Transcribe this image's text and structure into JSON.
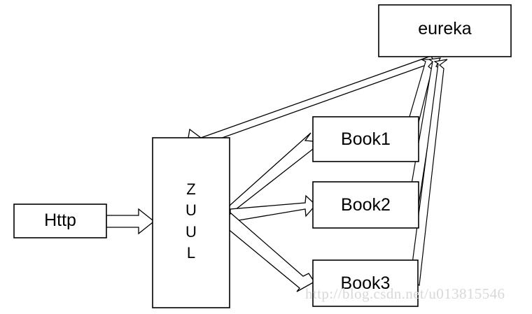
{
  "diagram": {
    "title": "Zuul gateway with Eureka service registry",
    "background_color": "#ffffff",
    "stroke_color": "#000000",
    "nodes": [
      {
        "id": "eureka",
        "label": "eureka",
        "shape": "rectangle"
      },
      {
        "id": "zuul",
        "label": "Z\nU\nU\nL",
        "shape": "rectangle"
      },
      {
        "id": "http",
        "label": "Http",
        "shape": "rectangle"
      },
      {
        "id": "book1",
        "label": "Book1",
        "shape": "rectangle"
      },
      {
        "id": "book2",
        "label": "Book2",
        "shape": "rectangle"
      },
      {
        "id": "book3",
        "label": "Book3",
        "shape": "rectangle"
      }
    ],
    "edges": [
      {
        "from": "http",
        "to": "zuul",
        "style": "block-arrow"
      },
      {
        "from": "eureka",
        "to": "zuul",
        "style": "block-arrow"
      },
      {
        "from": "zuul",
        "to": "book1",
        "style": "block-arrow"
      },
      {
        "from": "zuul",
        "to": "book2",
        "style": "block-arrow"
      },
      {
        "from": "zuul",
        "to": "book3",
        "style": "block-arrow"
      },
      {
        "from": "book1",
        "to": "eureka",
        "style": "thin-arrow"
      },
      {
        "from": "book2",
        "to": "eureka",
        "style": "thin-arrow"
      },
      {
        "from": "book3",
        "to": "eureka",
        "style": "thin-arrow"
      }
    ]
  },
  "watermark": {
    "text": "http://blog.csdn.net/u013815546",
    "color": "#d8d8d8"
  }
}
